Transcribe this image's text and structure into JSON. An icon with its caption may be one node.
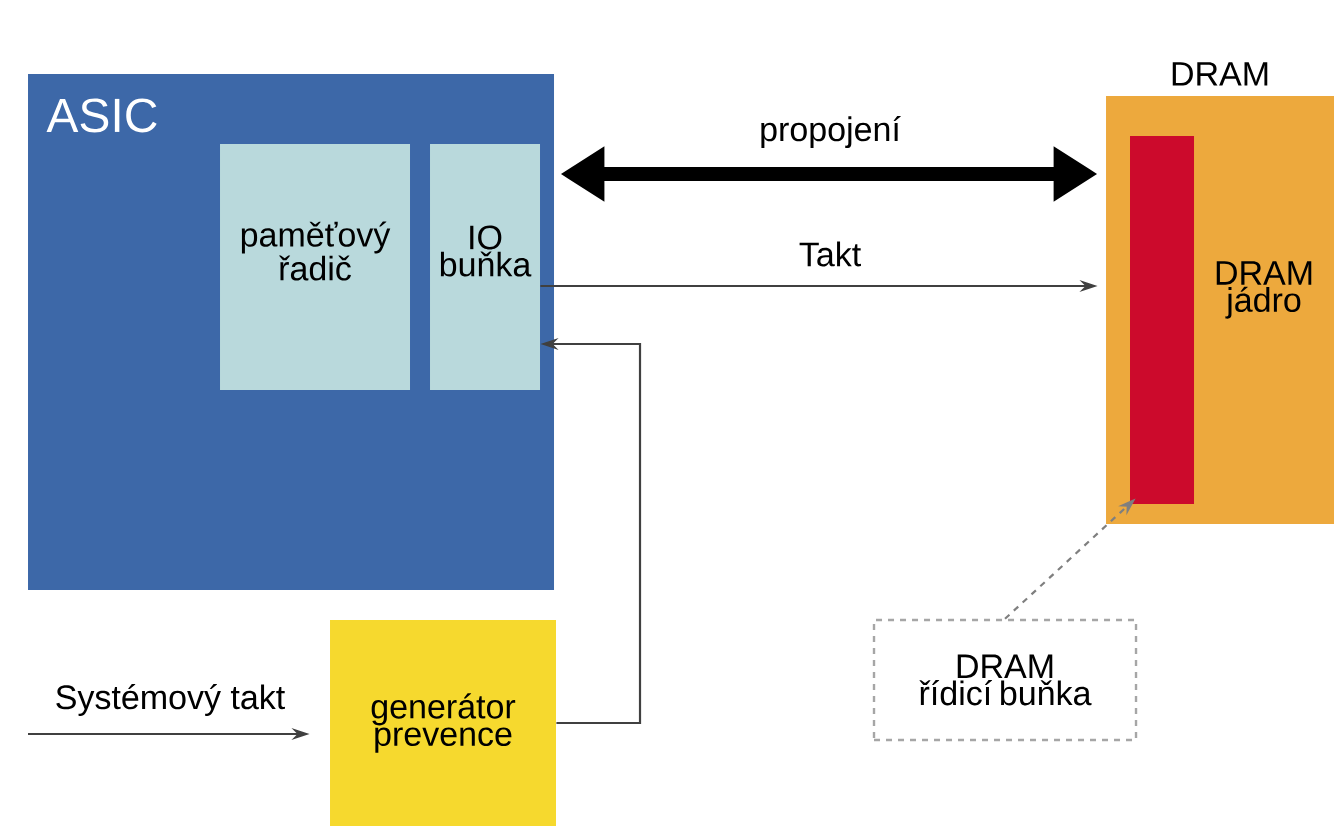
{
  "diagram": {
    "nodes": [
      {
        "text": [
          "ASIC"
        ]
      },
      {
        "text": [
          "paměťový řadič"
        ],
        "in": 0
      },
      {
        "text": [
          "IO buňka"
        ],
        "in": 0
      },
      {
        "text": [
          "DRAM",
          "DRAM jádro"
        ]
      },
      {
        "text": [],
        "shape": "bar",
        "in": 3
      },
      {
        "text": [
          "DRAM řídicí buňka"
        ]
      },
      {
        "text": [
          "generátor prevence"
        ]
      }
    ],
    "edges": [
      {
        "from": 2,
        "to": 3,
        "arrow": "both",
        "label": "propojení",
        "style": "thick"
      },
      {
        "from": 2,
        "to": 3,
        "arrow": "to",
        "label": "Takt"
      },
      {
        "from": 6,
        "to": 2,
        "arrow": "to"
      },
      {
        "from": 5,
        "to": 4,
        "arrow": "to",
        "style": "dashed",
        "color": "#7f7f7f"
      },
      {
        "from": null,
        "to": 6,
        "arrow": "to",
        "label": "Systémový takt"
      }
    ]
  }
}
